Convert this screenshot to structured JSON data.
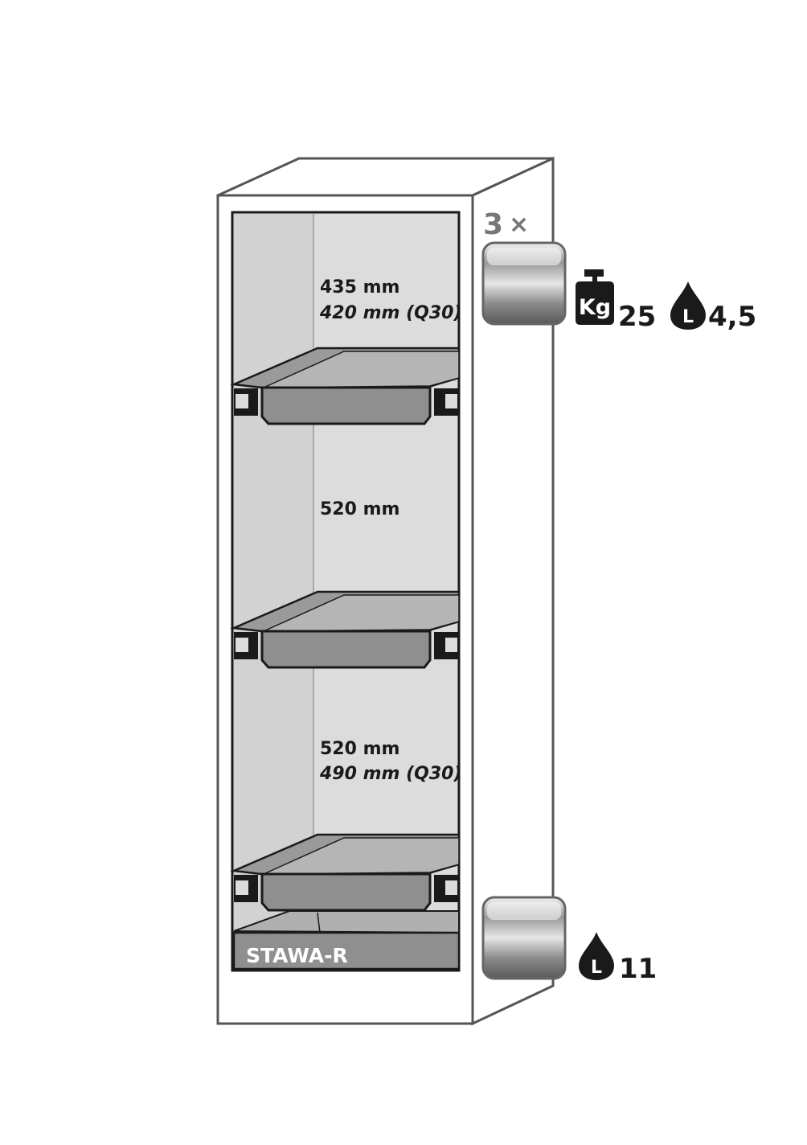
{
  "cabinet": {
    "compartments": [
      {
        "height_label": "435 mm",
        "alt_label": "420 mm (Q30)"
      },
      {
        "height_label": "520 mm",
        "alt_label": ""
      },
      {
        "height_label": "520 mm",
        "alt_label": "490 mm (Q30)"
      }
    ],
    "sump_label": "STAWA-R"
  },
  "shelf_badge": {
    "quantity": "3",
    "multiply_sign": "×",
    "weight_icon_text": "Kg",
    "load_value": "25",
    "volume_icon_text": "L",
    "volume_value": "4,5"
  },
  "sump_badge": {
    "volume_icon_text": "L",
    "volume_value": "11"
  },
  "colors": {
    "outline": "#555555",
    "interior": "#dcdcdc",
    "tray": "#8f8f8f",
    "dark": "#1a1a1a"
  }
}
